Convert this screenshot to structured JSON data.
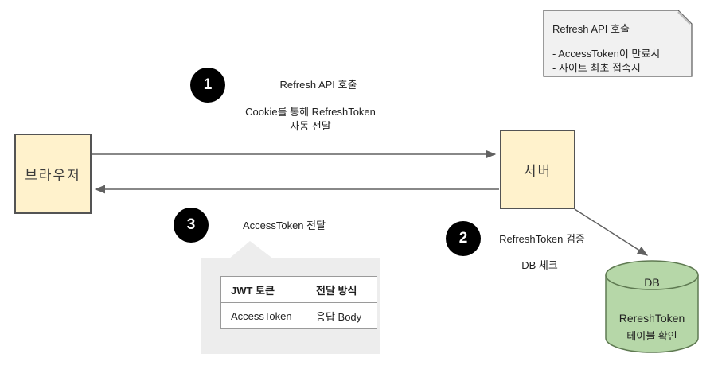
{
  "diagram": {
    "note": {
      "title": "Refresh API 호출",
      "line1": "- AccessToken이 만료시",
      "line2": "- 사이트 최초 접속시"
    },
    "steps": [
      {
        "number": "1",
        "title": "Refresh API 호출",
        "detail1": "Cookie를 통해 RefreshToken",
        "detail2": "자동 전달"
      },
      {
        "number": "2",
        "title": "RefreshToken 검증",
        "detail1": "DB 체크"
      },
      {
        "number": "3",
        "title": "AccessToken 전달"
      }
    ],
    "nodes": {
      "browser": {
        "label": "브라우저"
      },
      "server": {
        "label": "서버"
      },
      "db": {
        "title": "DB",
        "line1": "RereshToken",
        "line2": "테이블 확인"
      }
    },
    "table": {
      "headers": [
        "JWT 토큰",
        "전달 방식"
      ],
      "rows": [
        [
          "AccessToken",
          "응답 Body"
        ]
      ]
    },
    "colors": {
      "node_fill": "#fff2cc",
      "node_border": "#545454",
      "db_fill": "#b6d7a8",
      "db_border": "#5f7a52",
      "note_fill": "#f1f1f1",
      "bubble_fill": "#ededed",
      "badge_fill": "#000000",
      "arrow": "#616161"
    }
  }
}
